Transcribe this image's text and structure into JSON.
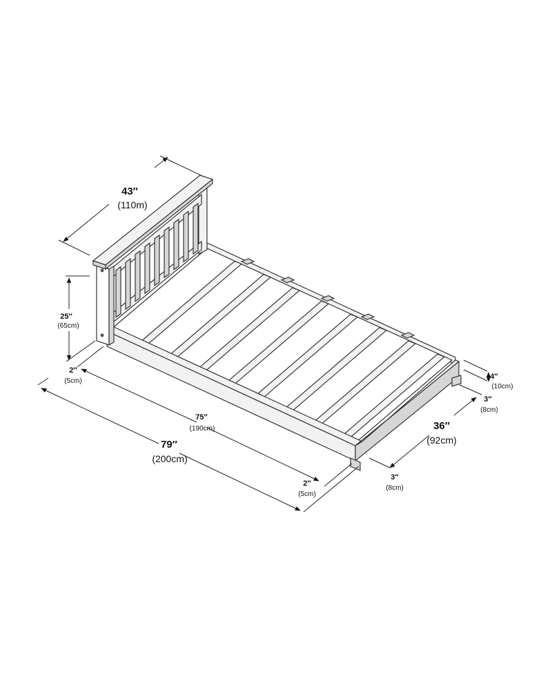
{
  "dimensions": {
    "headboard_width": {
      "in": "43″",
      "metric": "(110m)"
    },
    "headboard_height": {
      "in": "25″",
      "metric": "(65cm)"
    },
    "headboard_thickness": {
      "in": "2″",
      "metric": "(5cm)"
    },
    "inner_length": {
      "in": "75″",
      "metric": "(190cm)"
    },
    "total_length": {
      "in": "79″",
      "metric": "(200cm)"
    },
    "foot_offset": {
      "in": "2″",
      "metric": "(5cm)"
    },
    "front_leg_inset": {
      "in": "3″",
      "metric": "(8cm)"
    },
    "width": {
      "in": "36″",
      "metric": "(92cm)"
    },
    "rear_leg_inset": {
      "in": "3″",
      "metric": "(8cm)"
    },
    "frame_height": {
      "in": "4″",
      "metric": "(10cm)"
    }
  }
}
